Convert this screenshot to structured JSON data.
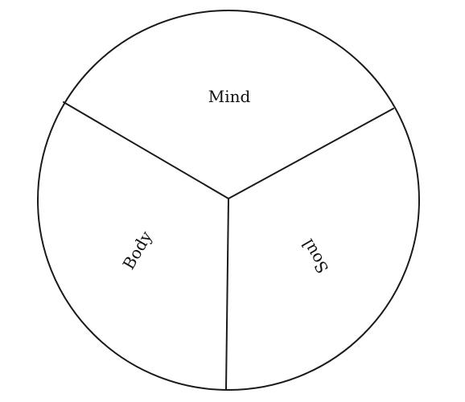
{
  "diagram": {
    "segments": [
      {
        "id": "mind",
        "label": "Mind"
      },
      {
        "id": "body",
        "label": "Body"
      },
      {
        "id": "soul",
        "label": "Soul"
      }
    ],
    "colors": {
      "line": "#1a1a1a",
      "text": "#111111",
      "background": "#ffffff"
    }
  }
}
